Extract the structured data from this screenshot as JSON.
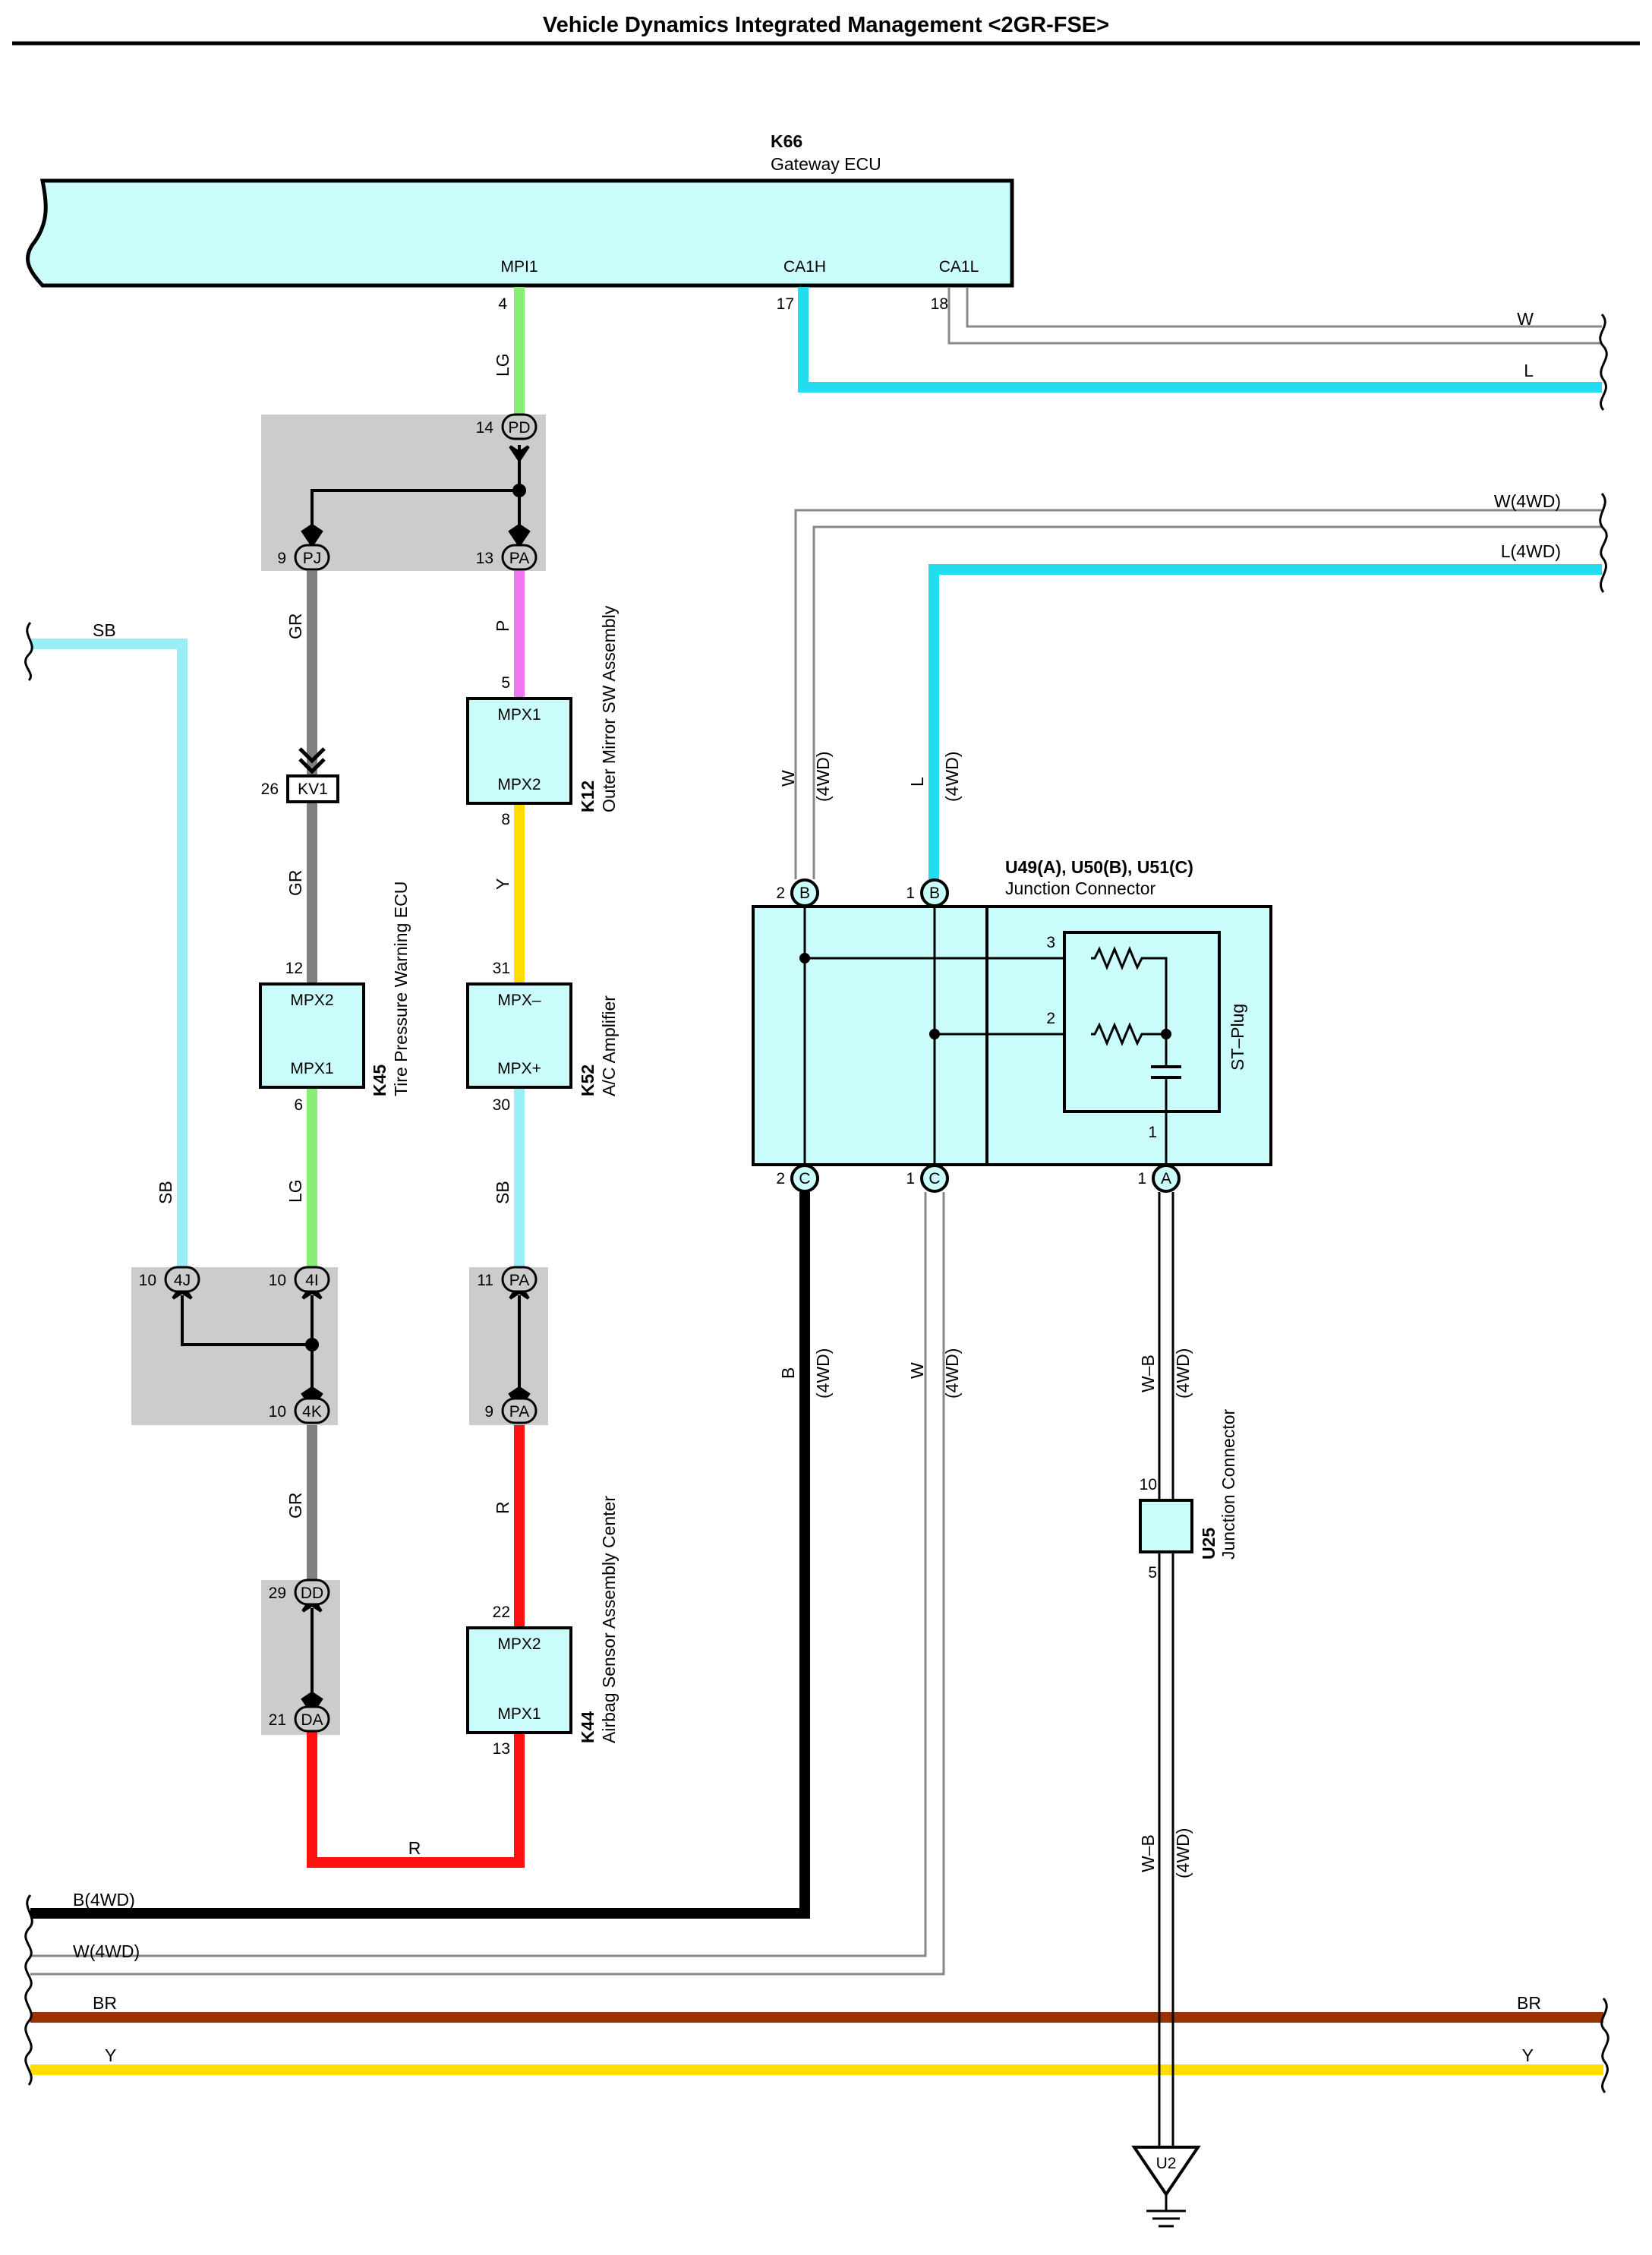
{
  "page": {
    "title": "Vehicle Dynamics Integrated Management <2GR-FSE>"
  },
  "colors": {
    "ecu_fill": "#cafcfc",
    "junction_gray": "#cccccc",
    "wire_LG": "#88ee77",
    "wire_GR": "#808080",
    "wire_P": "#ee77ee",
    "wire_Y": "#ffdd00",
    "wire_SB": "#99eef8",
    "wire_R": "#ff1111",
    "wire_L": "#22ddee",
    "wire_B": "#000000",
    "wire_BR": "#993300",
    "wire_W": "#888888"
  },
  "components": {
    "k66": {
      "code": "K66",
      "name": "Gateway ECU",
      "pins": [
        "MPI1",
        "CA1H",
        "CA1L"
      ],
      "pin_numbers": [
        "4",
        "17",
        "18"
      ]
    },
    "k12": {
      "code": "K12",
      "name": "Outer Mirror SW Assembly",
      "terminals": [
        "MPX1",
        "MPX2"
      ],
      "pin_numbers": [
        "5",
        "8"
      ]
    },
    "k45": {
      "code": "K45",
      "name": "Tire Pressure Warning ECU",
      "terminals": [
        "MPX2",
        "MPX1"
      ],
      "pin_numbers": [
        "12",
        "6"
      ]
    },
    "k52": {
      "code": "K52",
      "name": "A/C Amplifier",
      "terminals": [
        "MPX–",
        "MPX+"
      ],
      "pin_numbers": [
        "31",
        "30"
      ]
    },
    "k44": {
      "code": "K44",
      "name": "Airbag Sensor Assembly Center",
      "terminals": [
        "MPX2",
        "MPX1"
      ],
      "pin_numbers": [
        "22",
        "13"
      ]
    },
    "u49": {
      "code": "U49(A), U50(B), U51(C)",
      "name": "Junction Connector",
      "st_plug": "ST–Plug",
      "internal_pins": [
        "3",
        "2",
        "1"
      ]
    },
    "u25": {
      "code": "U25",
      "name": "Junction Connector",
      "pin_numbers": [
        "10",
        "5"
      ]
    },
    "kv1": {
      "code": "KV1",
      "pin": "26"
    },
    "ground": {
      "code": "U2"
    }
  },
  "connectors": {
    "pd": {
      "code": "PD",
      "pin": "14"
    },
    "pj": {
      "code": "PJ",
      "pin": "9"
    },
    "pa_top": {
      "code": "PA",
      "pin": "13"
    },
    "j4j": {
      "code": "4J",
      "pin": "10"
    },
    "j4i": {
      "code": "4I",
      "pin": "10"
    },
    "j4k": {
      "code": "4K",
      "pin": "10"
    },
    "pa_mid1": {
      "code": "PA",
      "pin": "11"
    },
    "pa_mid2": {
      "code": "PA",
      "pin": "9"
    },
    "dd": {
      "code": "DD",
      "pin": "29"
    },
    "da": {
      "code": "DA",
      "pin": "21"
    },
    "b2": {
      "code": "B",
      "pin": "2"
    },
    "b1": {
      "code": "B",
      "pin": "1"
    },
    "c2": {
      "code": "C",
      "pin": "2"
    },
    "c1": {
      "code": "C",
      "pin": "1"
    },
    "a1": {
      "code": "A",
      "pin": "1"
    }
  },
  "wires": {
    "lg": "LG",
    "gr": "GR",
    "p": "P",
    "y": "Y",
    "sb": "SB",
    "r": "R",
    "w": "W",
    "l": "L",
    "b": "B",
    "wb": "W–B",
    "br": "BR",
    "suffix_4wd": "(4WD)",
    "w4wd": "W(4WD)",
    "l4wd": "L(4WD)",
    "b4wd": "B(4WD)"
  }
}
